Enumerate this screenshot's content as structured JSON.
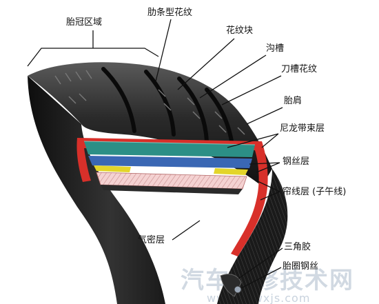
{
  "labels": {
    "tread_crown_zone": "胎冠区域",
    "rib_pattern": "肋条型花纹",
    "tread_block": "花纹块",
    "groove": "沟槽",
    "sipe_pattern": "刀槽花纹",
    "shoulder": "胎肩",
    "nylon_belt": "尼龙带束层",
    "steel_belt": "钢丝层",
    "radial_ply": "帘线层 (子午线)",
    "inner_liner": "气密层",
    "apex": "三角胶",
    "bead_wire": "胎圈钢丝"
  },
  "watermark": {
    "text": "汽车维修技术网",
    "url": "www.qcwxjs.com"
  },
  "colors": {
    "rubber": "#1b1b1b",
    "carcass_red": "#d8302a",
    "nylon_teal": "#2c8f86",
    "steel_blue": "#3a67b4",
    "yellow": "#e3d52a",
    "pink_ply": "#f2c9c9"
  }
}
